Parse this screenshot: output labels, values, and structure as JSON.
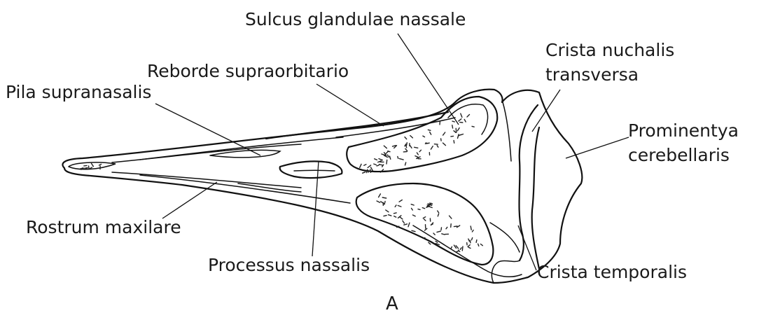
{
  "figure": {
    "panel_label": "A",
    "labels": {
      "sulcus_glandulae_nassale": "Sulcus glandulae nassale",
      "crista_nuchalis_line1": "Crista nuchalis",
      "crista_nuchalis_line2": "transversa",
      "reborde_supraorbitario": "Reborde supraorbitario",
      "pila_supranasalis": "Pila supranasalis",
      "prominentya_line1": "Prominentya",
      "prominentya_line2": "cerebellaris",
      "rostrum_maxilare": "Rostrum maxilare",
      "processus_nassalis": "Processus nassalis",
      "crista_temporalis": "Crista temporalis"
    }
  }
}
